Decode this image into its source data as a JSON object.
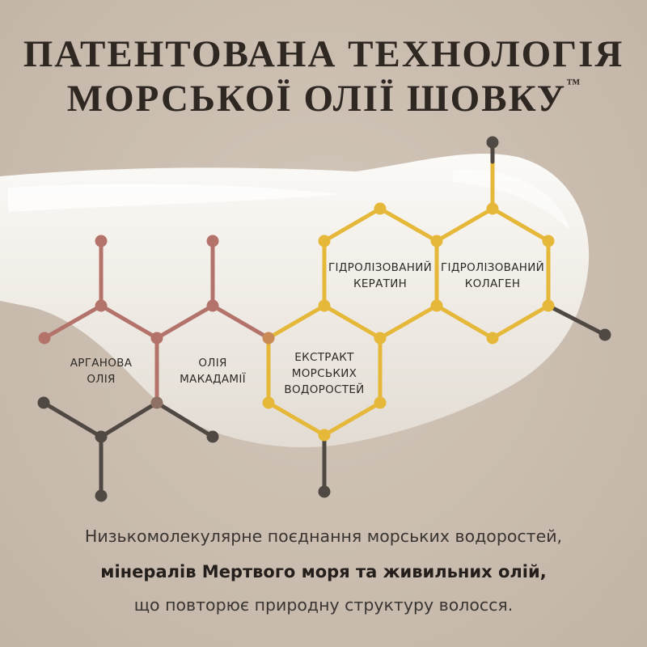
{
  "heading": {
    "line1": "ПАТЕНТОВАНА ТЕХНОЛОГІЯ",
    "line2": "МОРСЬКОЇ ОЛІЇ ШОВКУ",
    "trademark": "™"
  },
  "ingredients": {
    "argan": {
      "line1": "АРГАНОВА",
      "line2": "ОЛІЯ"
    },
    "macadamia": {
      "line1": "ОЛІЯ",
      "line2": "МАКАДАМІЇ"
    },
    "seaweed": {
      "line1": "ЕКСТРАКТ",
      "line2": "МОРСЬКИХ",
      "line3": "ВОДОРОСТЕЙ"
    },
    "keratin": {
      "line1": "ГІДРОЛІЗОВАНИЙ",
      "line2": "КЕРАТИН"
    },
    "collagen": {
      "line1": "ГІДРОЛІЗОВАНИЙ",
      "line2": "КОЛАГЕН"
    }
  },
  "caption": {
    "line1": "Низькомолекулярне поєднання морських водоростей,",
    "line2": "мінералів Мертвого моря та живильних олій,",
    "line3": "що повторює природну структуру волосся."
  },
  "colors": {
    "background": "#cbbeb1",
    "cream": "#f4f1ec",
    "rose_bond": "#b4736a",
    "gold_bond": "#e5b83a",
    "dark_bond": "#4f4843",
    "title_text": "#2e2722"
  }
}
